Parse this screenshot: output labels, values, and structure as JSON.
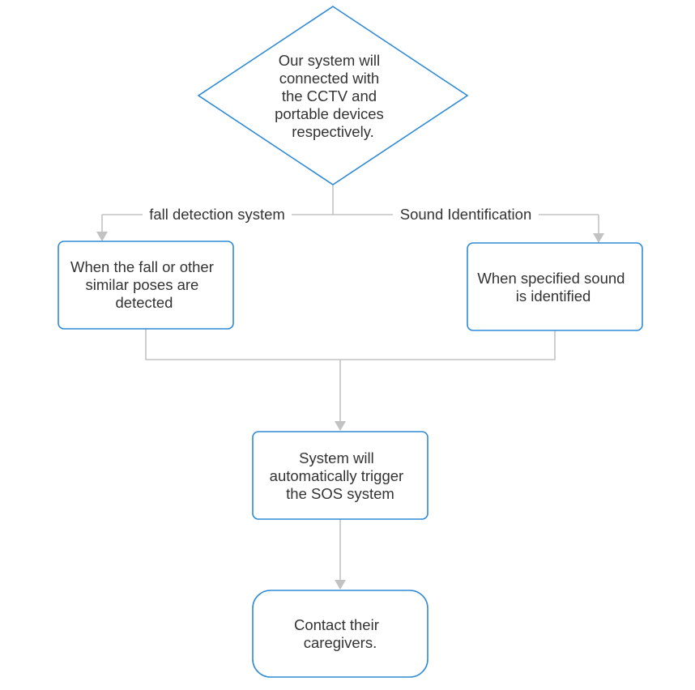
{
  "nodes": {
    "decision": {
      "lines": [
        "Our system will",
        "connected with",
        "the CCTV and",
        "portable devices",
        "respectively."
      ]
    },
    "fall": {
      "lines": [
        "When the fall or other",
        "similar poses are",
        "detected"
      ]
    },
    "sound": {
      "lines": [
        "When specified sound",
        "is identified"
      ]
    },
    "sos": {
      "lines": [
        "System will",
        "automatically trigger",
        "the SOS system"
      ]
    },
    "contact": {
      "lines": [
        "Contact their",
        "caregivers."
      ]
    }
  },
  "edges": {
    "fall_label": "fall detection system",
    "sound_label": "Sound Identification"
  },
  "colors": {
    "node_border": "#2f8ad6",
    "connector": "#c2c2c2",
    "text": "#333333"
  }
}
